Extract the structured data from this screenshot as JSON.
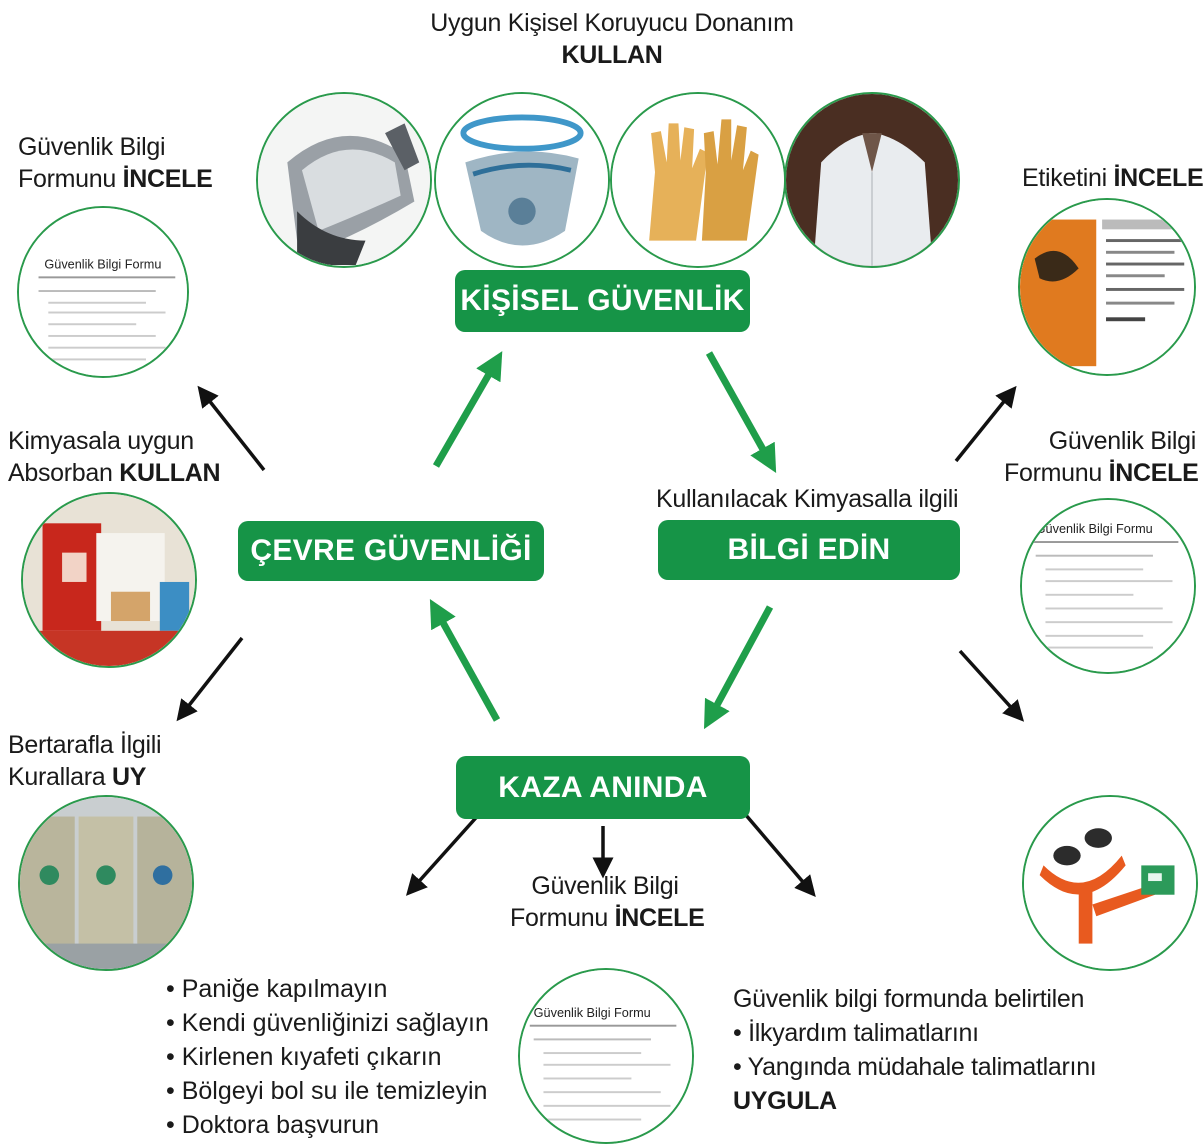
{
  "top": {
    "line1": "Uygun Kişisel Koruyucu Donanım",
    "line2": "KULLAN"
  },
  "left_top": {
    "line1": "Güvenlik Bilgi",
    "line2a": "Formunu ",
    "line2b": "İNCELE"
  },
  "right_top": {
    "a": "Etiketini ",
    "b": "İNCELE"
  },
  "right_mid": {
    "line1": "Güvenlik Bilgi",
    "line2a": "Formunu ",
    "line2b": "İNCELE"
  },
  "left_mid": {
    "line1": "Kimyasala uygun",
    "line2a": "Absorban ",
    "line2b": "KULLAN"
  },
  "info_label": "Kullanılacak Kimyasalla ilgili",
  "left_bottom": {
    "line1": "Bertarafla İlgili",
    "line2a": "Kurallara ",
    "line2b": "UY"
  },
  "bottom_center": {
    "line1": "Güvenlik Bilgi",
    "line2a": "Formunu ",
    "line2b": "İNCELE"
  },
  "pills": {
    "personal": "KİŞİSEL GÜVENLİK",
    "environment": "ÇEVRE GÜVENLİĞİ",
    "info": "BİLGİ EDİN",
    "accident": "KAZA ANINDA"
  },
  "bullets_left": [
    "Paniğe kapılmayın",
    "Kendi güvenliğinizi sağlayın",
    "Kirlenen kıyafeti çıkarın",
    "Bölgeyi bol su ile temizleyin",
    "Doktora başvurun"
  ],
  "right_bottom": {
    "intro": "Güvenlik bilgi formunda belirtilen",
    "items": [
      "İlkyardım talimatlarını",
      "Yangında müdahale talimatlarını"
    ],
    "action": "UYGULA"
  },
  "sds_doc": {
    "title": "Güvenlik Bilgi Formu"
  },
  "colors": {
    "green": "#169447",
    "arrow_green": "#1f9e4a",
    "arrow_black": "#111111"
  }
}
